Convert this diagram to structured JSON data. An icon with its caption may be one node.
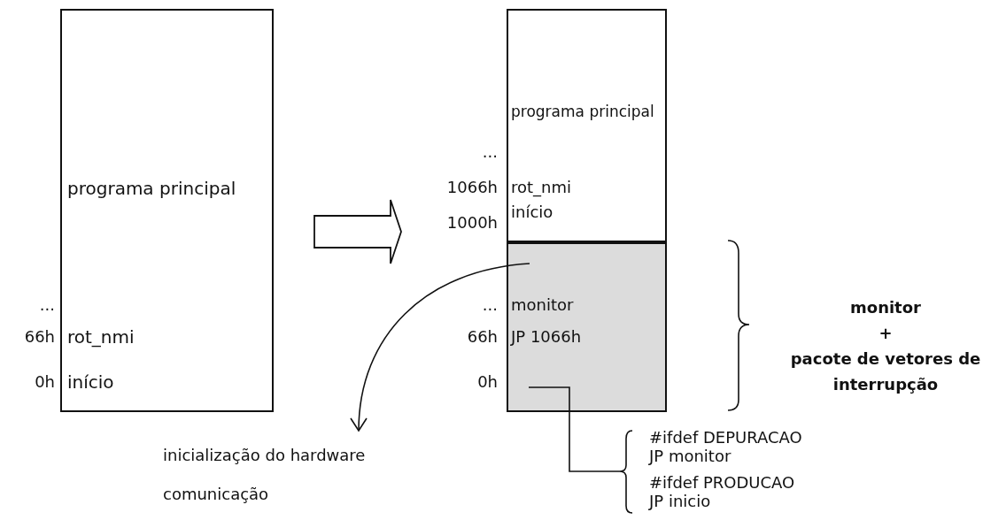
{
  "diagram": {
    "nodes": [
      {
        "text": [
          "programa principal",
          "rot_nmi",
          "início"
        ],
        "beside": [
          "...",
          "66h",
          "0h"
        ]
      },
      {
        "text": [
          "programa principal",
          "rot_nmi",
          "início"
        ],
        "beside": [
          "...",
          "1066h",
          "1000h"
        ]
      },
      {
        "text": [
          "monitor",
          "JP 1066h"
        ],
        "beside": [
          "...",
          "66h",
          "0h"
        ]
      },
      {
        "text": [
          "inicialização do hardware",
          "comunicação"
        ]
      },
      {
        "text": [
          "#ifdef DEPURACAO",
          "JP monitor",
          "#ifdef PRODUCAO",
          "JP inicio"
        ]
      }
    ],
    "edges": [
      {
        "from": 0,
        "to": 1,
        "arrow": "to",
        "style": "thick"
      },
      {
        "from": 2,
        "to": 3,
        "arrow": "to"
      },
      {
        "from": 2,
        "to": 4,
        "arrow": "none"
      }
    ],
    "labels": [
      "monitor",
      "+",
      "pacote de vetores de interrupção"
    ]
  }
}
